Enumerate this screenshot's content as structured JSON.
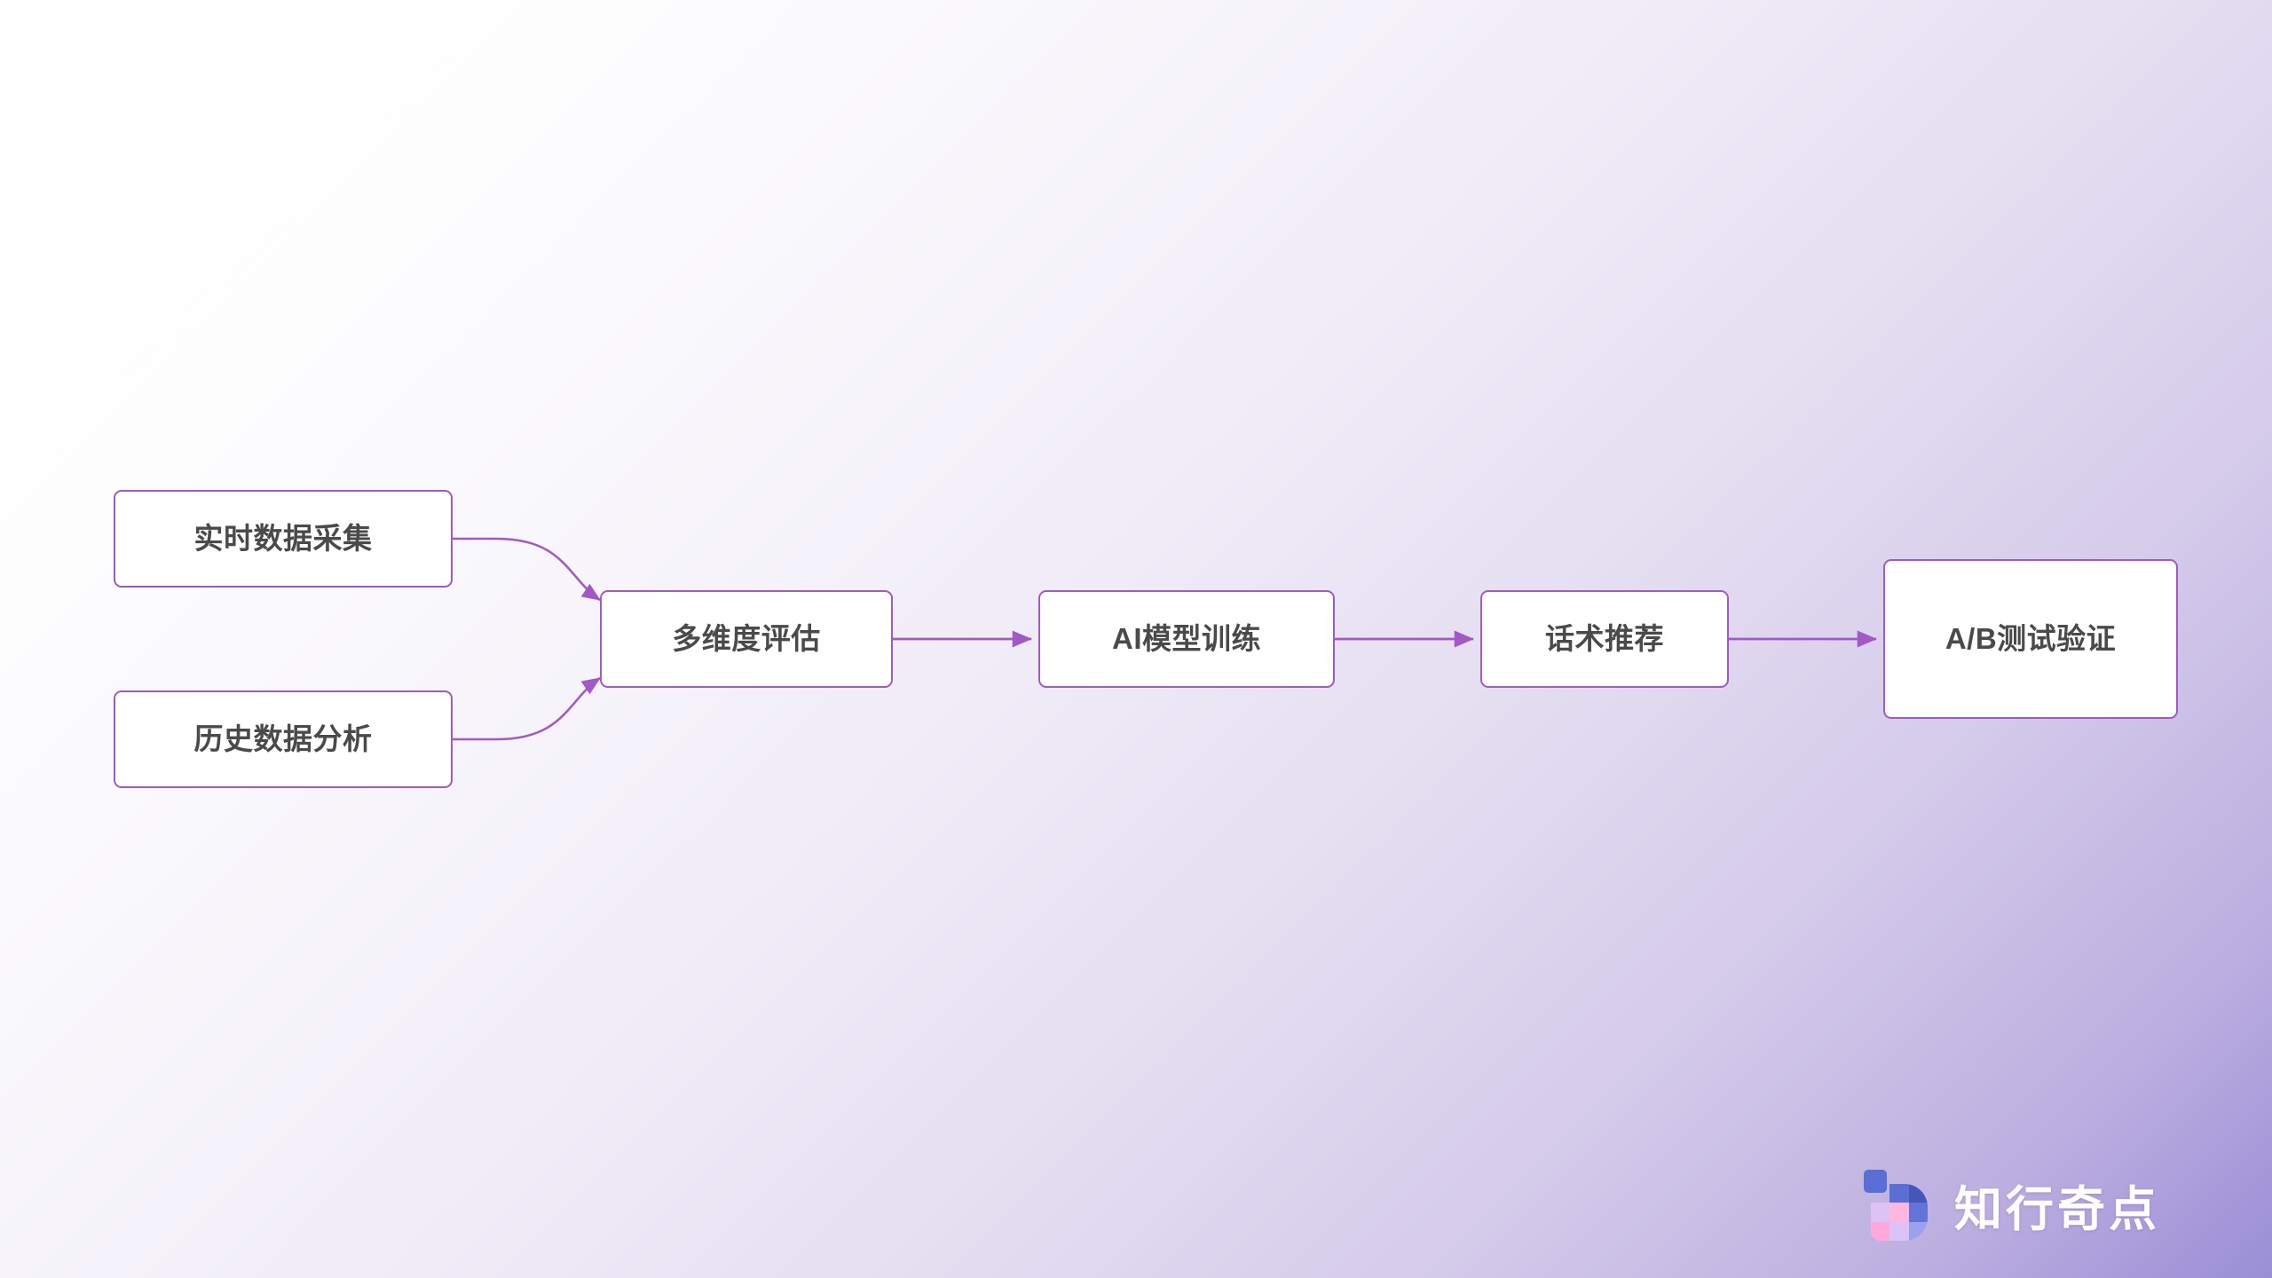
{
  "diagram": {
    "type": "flowchart",
    "nodes": [
      {
        "id": "collect",
        "label": "实时数据采集"
      },
      {
        "id": "history",
        "label": "历史数据分析"
      },
      {
        "id": "assess",
        "label": "多维度评估"
      },
      {
        "id": "training",
        "label": "AI模型训练"
      },
      {
        "id": "script",
        "label": "话术推荐"
      },
      {
        "id": "abtest",
        "label": "A/B测试验证"
      }
    ],
    "edges": [
      {
        "from": "collect",
        "to": "assess",
        "style": "curved"
      },
      {
        "from": "history",
        "to": "assess",
        "style": "curved"
      },
      {
        "from": "assess",
        "to": "training",
        "style": "straight"
      },
      {
        "from": "training",
        "to": "script",
        "style": "straight"
      },
      {
        "from": "script",
        "to": "abtest",
        "style": "straight"
      }
    ]
  },
  "style": {
    "node_border_color": "#a259c6",
    "node_fill_color": "#ffffff",
    "node_text_color": "#4a4a4a",
    "edge_color": "#a259c6",
    "background_from": "#ffffff",
    "background_to": "#9a8ed6"
  },
  "watermark": {
    "brand_name": "知行奇点",
    "logo_icon": "tiled-square-logo-icon"
  }
}
